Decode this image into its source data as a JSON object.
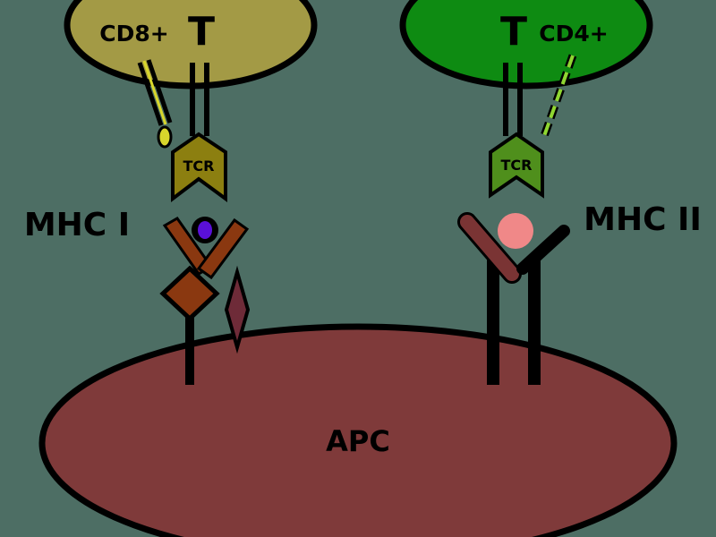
{
  "diagram": {
    "cd8_label": "CD8+",
    "cd4_label": "CD4+",
    "t_cell_left_label": "T",
    "t_cell_right_label": "T",
    "tcr_left_label": "TCR",
    "tcr_right_label": "TCR",
    "mhc1_label": "MHC I",
    "mhc2_label": "MHC II",
    "apc_label": "APC"
  },
  "colors": {
    "background": "#4d6e64",
    "cd8_cell": "#a39a45",
    "cd4_cell": "#0e8b12",
    "tcr_left": "#8c7f10",
    "tcr_right": "#4f8f1c",
    "cd8_coreceptor": "#d8d62c",
    "cd4_coreceptor": "#8fd632",
    "apc": "#7f3a3a",
    "mhc1": "#8a3810",
    "mhc1_peptide": "#5a10d8",
    "b2m": "#6e2b38",
    "mhc2_alpha": "#7a3434",
    "mhc2_peptide": "#f08888"
  }
}
